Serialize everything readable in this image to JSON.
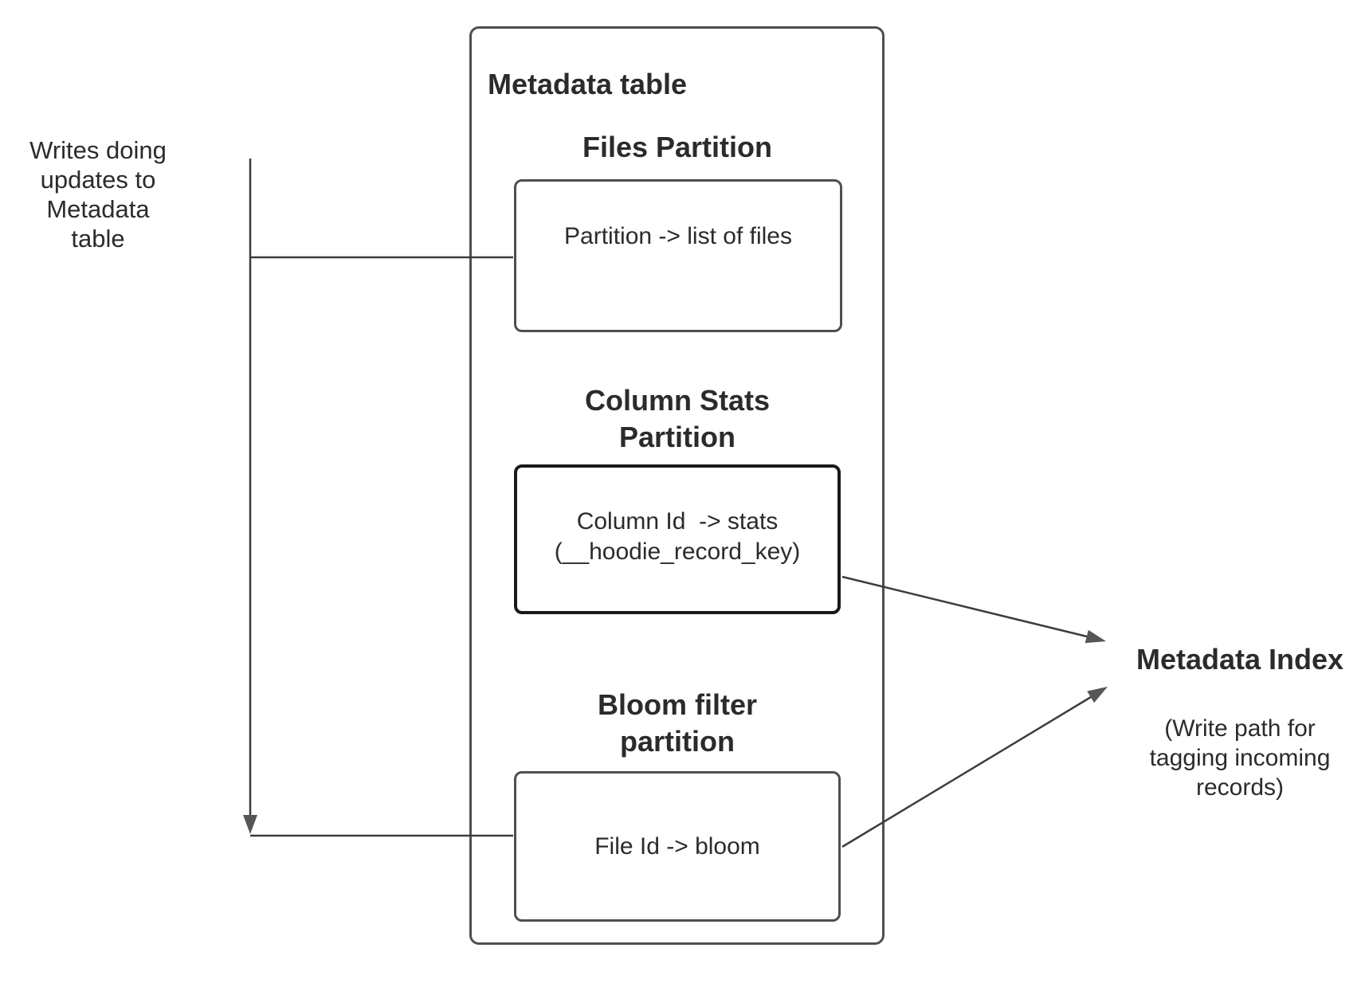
{
  "colors": {
    "background": "#ffffff",
    "text": "#2b2b2b",
    "border": "#4f4f4f",
    "border_strong": "#1a1a1a",
    "line": "#3c3c3c",
    "arrowhead": "#565656"
  },
  "left_note": {
    "text": "Writes doing\nupdates to\nMetadata table"
  },
  "metadata_table": {
    "title": "Metadata table",
    "partitions": [
      {
        "heading": "Files Partition",
        "content": "Partition -> list of files"
      },
      {
        "heading": "Column Stats\nPartition",
        "content": "Column Id  -> stats\n(__hoodie_record_key)"
      },
      {
        "heading": "Bloom filter\npartition",
        "content": "File Id -> bloom"
      }
    ]
  },
  "metadata_index": {
    "title": "Metadata Index",
    "subtitle": "(Write path for\ntagging incoming\nrecords)"
  }
}
